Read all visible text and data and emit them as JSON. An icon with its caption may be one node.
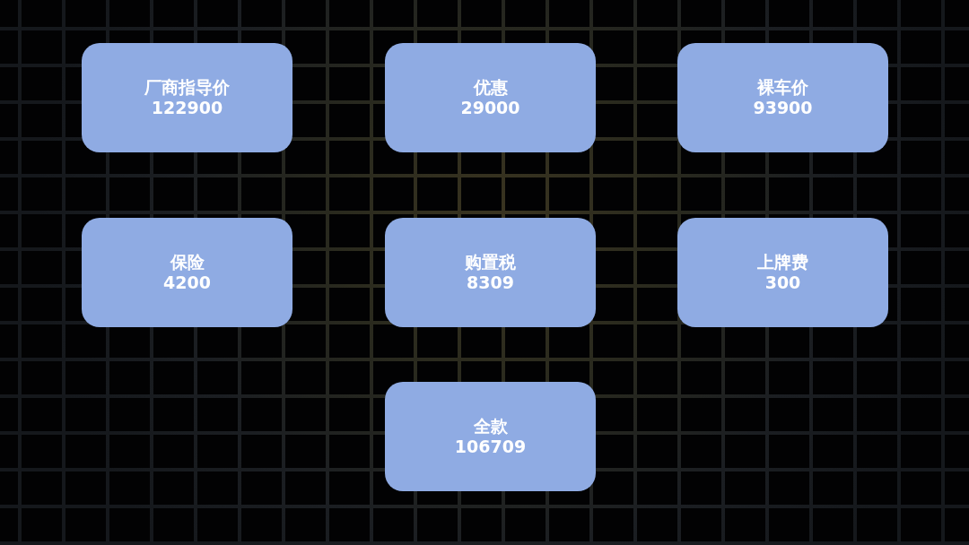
{
  "diagram": {
    "nodes": [
      {
        "text": [
          "厂商指导价",
          "122900"
        ]
      },
      {
        "text": [
          "优惠",
          "29000"
        ]
      },
      {
        "text": [
          "裸车价",
          "93900"
        ]
      },
      {
        "text": [
          "保险",
          "4200"
        ]
      },
      {
        "text": [
          "购置税",
          "8309"
        ]
      },
      {
        "text": [
          "上牌费",
          "300"
        ]
      },
      {
        "text": [
          "全款",
          "106709"
        ]
      }
    ],
    "edges": []
  }
}
